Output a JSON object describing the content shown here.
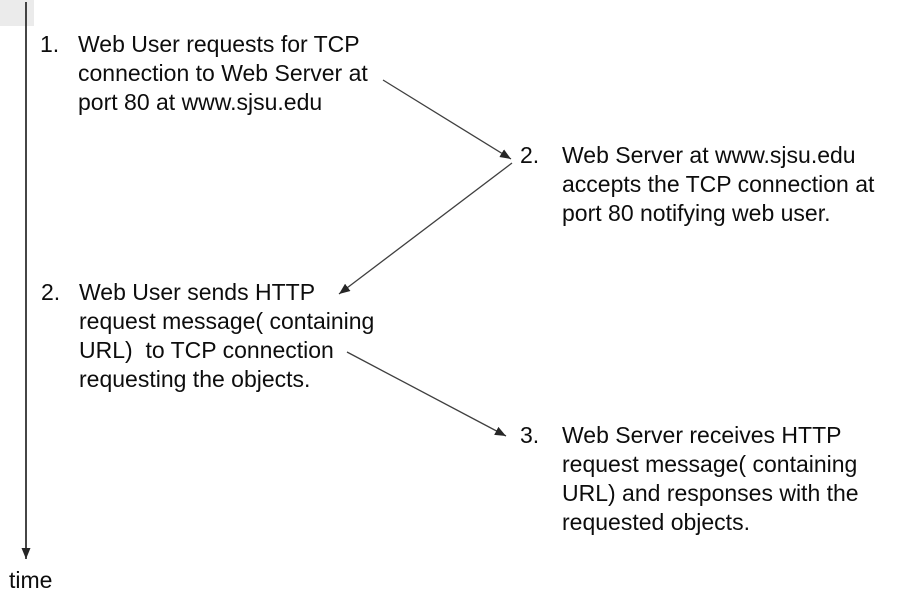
{
  "diagram": {
    "time_axis_label": "time",
    "colors": {
      "background": "#ffffff",
      "text": "#0d0d0d",
      "axis_line": "#262626",
      "arrow_line": "#3f3f3f"
    },
    "steps": [
      {
        "number": "1.",
        "side": "left",
        "lines": [
          "Web User requests for TCP",
          "connection to Web Server at",
          "port 80 at www.sjsu.edu"
        ]
      },
      {
        "number": "2.",
        "side": "right",
        "lines": [
          "Web Server at www.sjsu.edu",
          "accepts the TCP connection at",
          "port 80 notifying web user."
        ]
      },
      {
        "number": "2.",
        "side": "left",
        "lines": [
          "Web User sends HTTP",
          "request message( containing",
          "URL)  to TCP connection",
          "requesting the objects."
        ]
      },
      {
        "number": "3.",
        "side": "right",
        "lines": [
          "Web Server receives HTTP",
          "request message( containing",
          "URL) and responses with the",
          "requested objects."
        ]
      }
    ],
    "arrows": [
      {
        "from": "step-1",
        "to": "step-2"
      },
      {
        "from": "step-2",
        "to": "step-3"
      },
      {
        "from": "step-3",
        "to": "step-4"
      }
    ]
  }
}
